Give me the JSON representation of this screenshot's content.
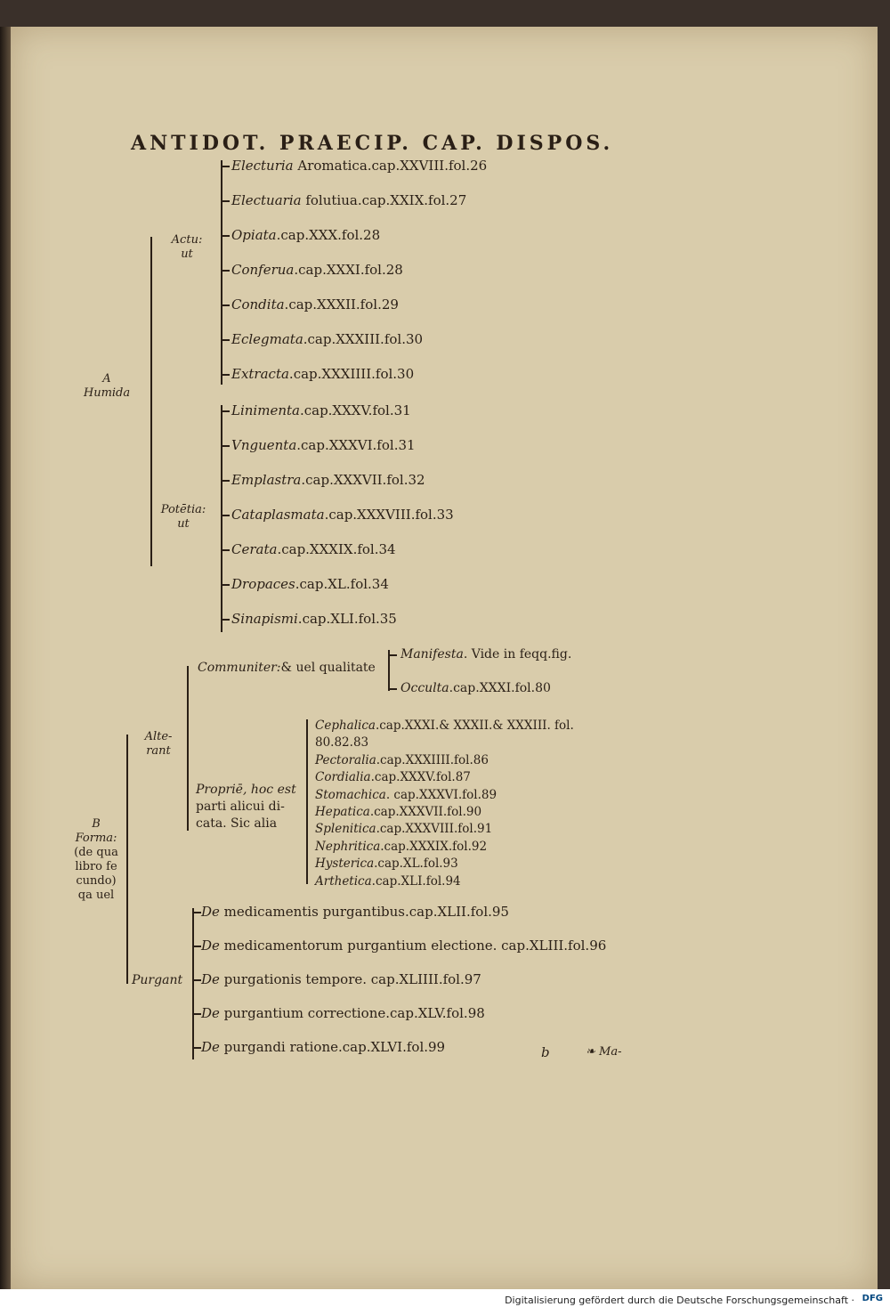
{
  "header": {
    "title": "ANTIDOT. PRAECIP. CAP. DISPOS."
  },
  "humida": {
    "label_letter": "A",
    "label": "Humida",
    "actu": {
      "label_a": "Actu:",
      "label_b": "ut",
      "items": [
        {
          "name": "Electuria",
          "rest": " Aromatica.cap.XXVIII.fol.26"
        },
        {
          "name": "Electuaria",
          "rest": " folutiua.cap.XXIX.fol.27"
        },
        {
          "name": "Opiata",
          "rest": ".cap.XXX.fol.28"
        },
        {
          "name": "Conferua",
          "rest": ".cap.XXXI.fol.28"
        },
        {
          "name": "Condita",
          "rest": ".cap.XXXII.fol.29"
        },
        {
          "name": "Eclegmata",
          "rest": ".cap.XXXIII.fol.30"
        },
        {
          "name": "Extracta",
          "rest": ".cap.XXXIIII.fol.30"
        }
      ]
    },
    "potentia": {
      "label_a": "Potētia:",
      "label_b": "ut",
      "items": [
        {
          "name": "Linimenta",
          "rest": ".cap.XXXV.fol.31"
        },
        {
          "name": "Vnguenta",
          "rest": ".cap.XXXVI.fol.31"
        },
        {
          "name": "Emplastra",
          "rest": ".cap.XXXVII.fol.32"
        },
        {
          "name": "Cataplasmata",
          "rest": ".cap.XXXVIII.fol.33"
        },
        {
          "name": "Cerata",
          "rest": ".cap.XXXIX.fol.34"
        },
        {
          "name": "Dropaces",
          "rest": ".cap.XL.fol.34"
        },
        {
          "name": "Sinapismi",
          "rest": ".cap.XLI.fol.35"
        }
      ]
    }
  },
  "forma": {
    "label_letter": "B",
    "label_lines": [
      "Forma:",
      "(de qua",
      "libro fe",
      "cundo)",
      "qa uel"
    ],
    "alterant": {
      "label_a": "Alte-",
      "label_b": "rant",
      "communiter": {
        "label_em": "Communiter:",
        "label_rest": "& uel qualitate",
        "items": [
          {
            "name": "Manifesta",
            "rest": ". Vide in feqq.fig."
          },
          {
            "name": "Occulta",
            "rest": ".cap.XXXI.fol.80"
          }
        ]
      },
      "proprie": {
        "lines": [
          "Propriē, hoc est",
          "parti alicui di-",
          "cata. Sic alia"
        ],
        "items": [
          {
            "name": "Cephalica",
            "rest": ".cap.XXXI.& XXXII.& XXXIII. fol."
          },
          {
            "name": "",
            "rest": "80.82.83"
          },
          {
            "name": "Pectoralia",
            "rest": ".cap.XXXIIII.fol.86"
          },
          {
            "name": "Cordialia",
            "rest": ".cap.XXXV.fol.87"
          },
          {
            "name": "Stomachica",
            "rest": ". cap.XXXVI.fol.89"
          },
          {
            "name": "Hepatica",
            "rest": ".cap.XXXVII.fol.90"
          },
          {
            "name": "Splenitica",
            "rest": ".cap.XXXVIII.fol.91"
          },
          {
            "name": "Nephritica",
            "rest": ".cap.XXXIX.fol.92"
          },
          {
            "name": "Hysterica",
            "rest": ".cap.XL.fol.93"
          },
          {
            "name": "Arthetica",
            "rest": ".cap.XLI.fol.94"
          }
        ]
      }
    },
    "purgant": {
      "label": "Purgant",
      "items": [
        {
          "name": "De",
          "rest": " medicamentis purgantibus.cap.XLII.fol.95"
        },
        {
          "name": "De",
          "rest": " medicamentorum purgantium electione. cap.XLIII.fol.96"
        },
        {
          "name": "De",
          "rest": " purgationis tempore. cap.XLIIII.fol.97"
        },
        {
          "name": "De",
          "rest": " purgantium correctione.cap.XLV.fol.98"
        },
        {
          "name": "De",
          "rest": " purgandi ratione.cap.XLVI.fol.99"
        }
      ]
    }
  },
  "catchword": {
    "signature": "b",
    "word": "Ma-"
  },
  "footer": {
    "text": "Digitalisierung gefördert durch die Deutsche Forschungsgemeinschaft ·",
    "logo": "DFG"
  },
  "colors": {
    "paper": "#d9ccab",
    "ink": "#2a1f16",
    "border": "#3a302a"
  }
}
